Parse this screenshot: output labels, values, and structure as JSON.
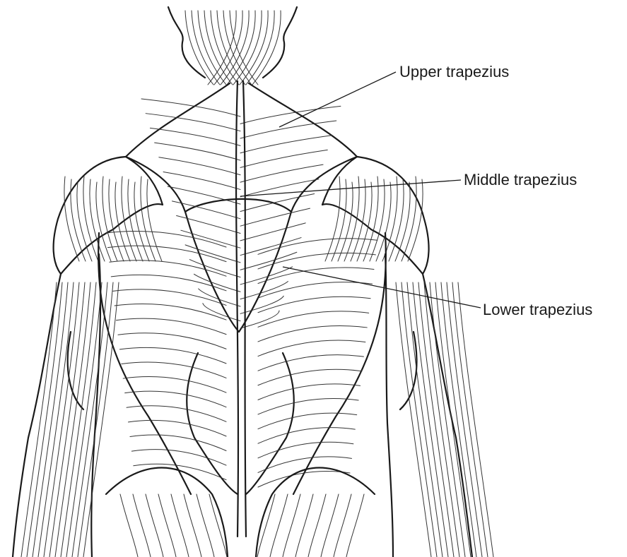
{
  "diagram": {
    "labels": {
      "upper": "Upper trapezius",
      "middle": "Middle trapezius",
      "lower": "Lower trapezius"
    },
    "colors": {
      "ink": "#1a1a1a",
      "background": "#ffffff"
    }
  }
}
